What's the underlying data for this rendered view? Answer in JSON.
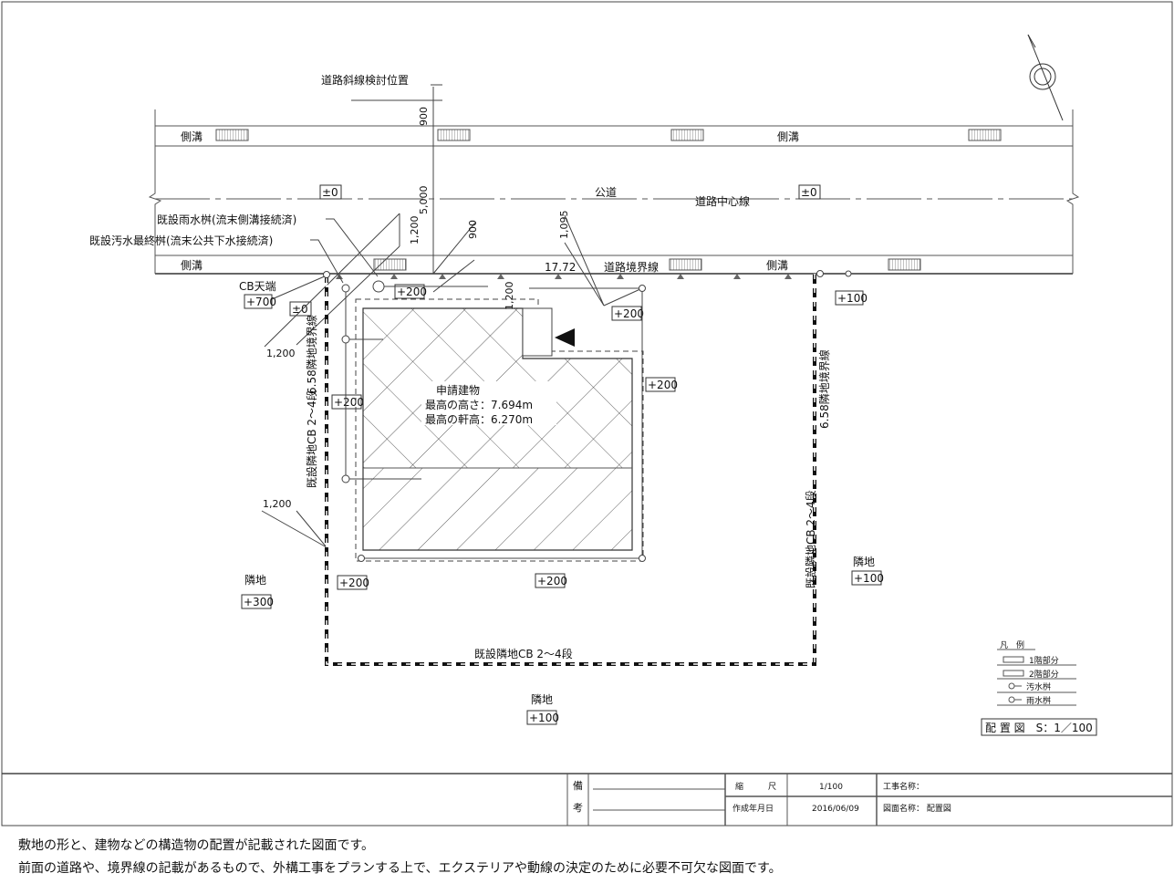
{
  "drawing": {
    "road_slope_position": "道路斜線検討位置",
    "side_ditch": "側溝",
    "public_road": "公道",
    "road_center_line": "道路中心線",
    "road_boundary_line": "道路境界線",
    "existing_rain_basin": "既設雨水桝(流末側溝接続済)",
    "existing_sewage_basin": "既設汚水最終桝(流末公共下水接続済)",
    "cb_top": "CB天端",
    "neighbor_boundary_left": "6.58隣地境界線",
    "neighbor_boundary_right": "6.58隣地境界線",
    "existing_cb_left": "既設隣地CB 2〜4段",
    "existing_cb_right": "既設隣地CB 2〜4段",
    "existing_cb_bottom": "既設隣地CB 2〜4段",
    "building_name": "申請建物",
    "max_height": "最高の高さ：7.694m",
    "max_eave_height": "最高の軒高：6.270m",
    "neighbor": "隣地",
    "dims": {
      "d900_top": "900",
      "d5000": "5,000",
      "d1200_a": "1,200",
      "d900_b": "900",
      "d1095": "1,095",
      "d1772": "17.72",
      "d1200_b": "1,200",
      "d1200_left": "1,200",
      "d1200_lower": "1,200"
    },
    "levels": {
      "pm0": "±0",
      "p700": "+700",
      "p200": "+200",
      "p100": "+100",
      "p300": "+300"
    }
  },
  "legend": {
    "title": "凡　例",
    "items": [
      "1階部分",
      "2階部分",
      "汚水桝",
      "雨水桝"
    ],
    "scale_label": "配 置 図　S：1／100"
  },
  "title_block": {
    "remarks_1": "備",
    "remarks_2": "考",
    "scale_label": "縮　　　尺",
    "scale_value": "1/100",
    "date_label": "作成年月日",
    "date_value": "2016/06/09",
    "project_name": "工事名称：",
    "drawing_name": "図面名称：  配置図"
  },
  "caption": {
    "line1": "敷地の形と、建物などの構造物の配置が記載された図面です。",
    "line2": "前面の道路や、境界線の記載があるもので、外構工事をプランする上で、エクステリアや動線の決定のために必要不可欠な図面です。"
  }
}
